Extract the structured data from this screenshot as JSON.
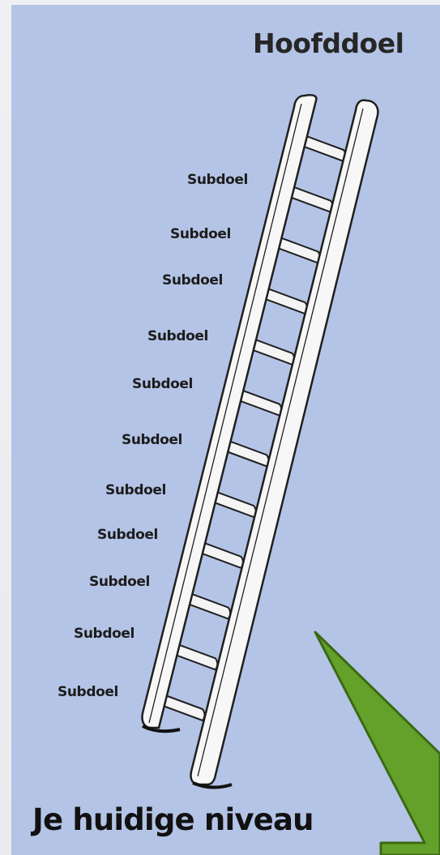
{
  "top_goal": "Hoofddoel",
  "current_level": "Je huidige niveau",
  "subgoals": [
    "Subdoel",
    "Subdoel",
    "Subdoel",
    "Subdoel",
    "Subdoel",
    "Subdoel",
    "Subdoel",
    "Subdoel",
    "Subdoel",
    "Subdoel",
    "Subdoel"
  ],
  "colors": {
    "panel_background": "#b4c4e6",
    "arrow_fill": "#63a12a",
    "arrow_border": "#3f6e16"
  }
}
